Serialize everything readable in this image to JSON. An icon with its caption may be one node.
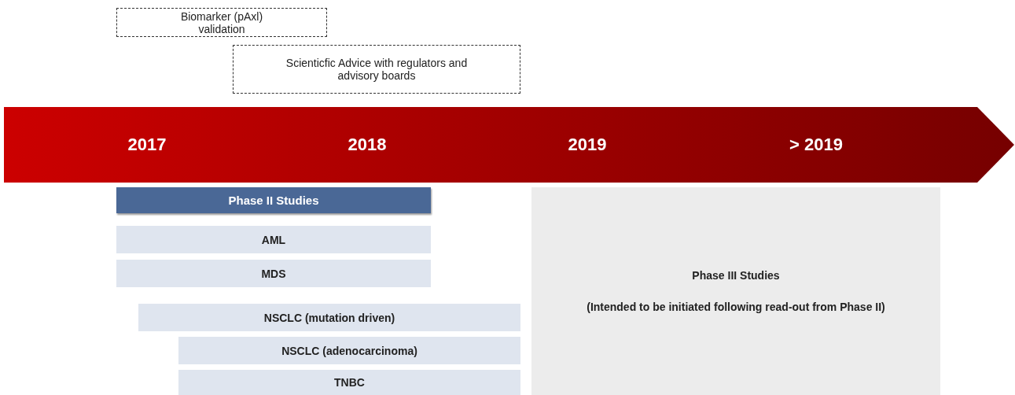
{
  "diagram": {
    "nodes": [
      {
        "text": [
          "Biomarker (pAxl) validation"
        ]
      },
      {
        "text": [
          "Scienticfic Advice with regulators and advisory boards"
        ]
      },
      {
        "text": [
          "2017",
          "2018",
          "2019",
          "> 2019"
        ]
      },
      {
        "text": [
          "Phase II Studies"
        ]
      },
      {
        "text": [
          "AML"
        ]
      },
      {
        "text": [
          "MDS"
        ]
      },
      {
        "text": [
          "NSCLC (mutation driven)"
        ]
      },
      {
        "text": [
          "NSCLC (adenocarcinoma)"
        ]
      },
      {
        "text": [
          "TNBC"
        ]
      },
      {
        "text": [
          "Phase III Studies",
          "(Intended to be initiated following read-out from Phase II)"
        ]
      }
    ],
    "edges": []
  }
}
